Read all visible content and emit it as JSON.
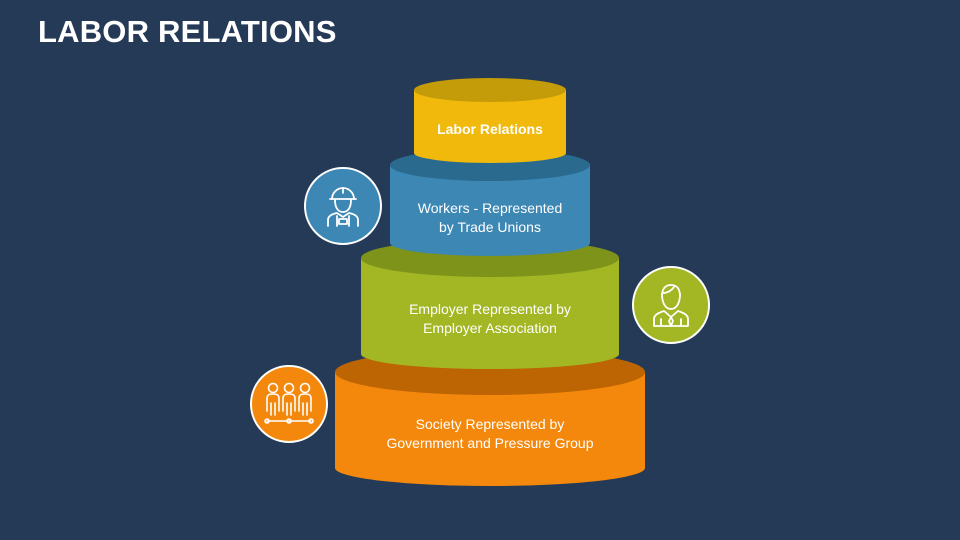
{
  "title": "LABOR RELATIONS",
  "tiers": [
    {
      "lines": [
        "Labor Relations"
      ],
      "top_color": "#c49b08",
      "body_color": "#f0b90c"
    },
    {
      "lines": [
        "Workers - Represented",
        "by Trade Unions"
      ],
      "top_color": "#2a6a8f",
      "body_color": "#3d87b4"
    },
    {
      "lines": [
        "Employer Represented by",
        "Employer Association"
      ],
      "top_color": "#7d931a",
      "body_color": "#a2b723"
    },
    {
      "lines": [
        "Society Represented by",
        "Government and Pressure Group"
      ],
      "top_color": "#bd6503",
      "body_color": "#f4880d"
    }
  ],
  "badges": [
    {
      "icon": "worker-hardhat-icon",
      "color": "#3d87b4"
    },
    {
      "icon": "businessman-icon",
      "color": "#a2b723"
    },
    {
      "icon": "people-group-icon",
      "color": "#f4880d"
    }
  ]
}
